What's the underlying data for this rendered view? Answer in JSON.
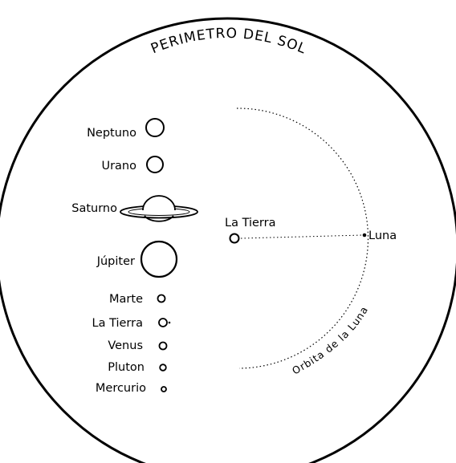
{
  "title": "PERIMETRO DEL SOL",
  "planets": [
    {
      "name": "Neptuno",
      "icon": "neptune-icon"
    },
    {
      "name": "Urano",
      "icon": "uranus-icon"
    },
    {
      "name": "Saturno",
      "icon": "saturn-icon"
    },
    {
      "name": "Júpiter",
      "icon": "jupiter-icon"
    },
    {
      "name": "Marte",
      "icon": "mars-icon"
    },
    {
      "name": "La Tierra",
      "icon": "earth-icon"
    },
    {
      "name": "Venus",
      "icon": "venus-icon"
    },
    {
      "name": "Pluton",
      "icon": "pluto-icon"
    },
    {
      "name": "Mercurio",
      "icon": "mercury-icon"
    }
  ],
  "earth_label": "La Tierra",
  "moon_label": "Luna",
  "moon_orbit_label": "Orbita de la Luna",
  "colors": {
    "ink": "#000000",
    "background": "#ffffff"
  }
}
